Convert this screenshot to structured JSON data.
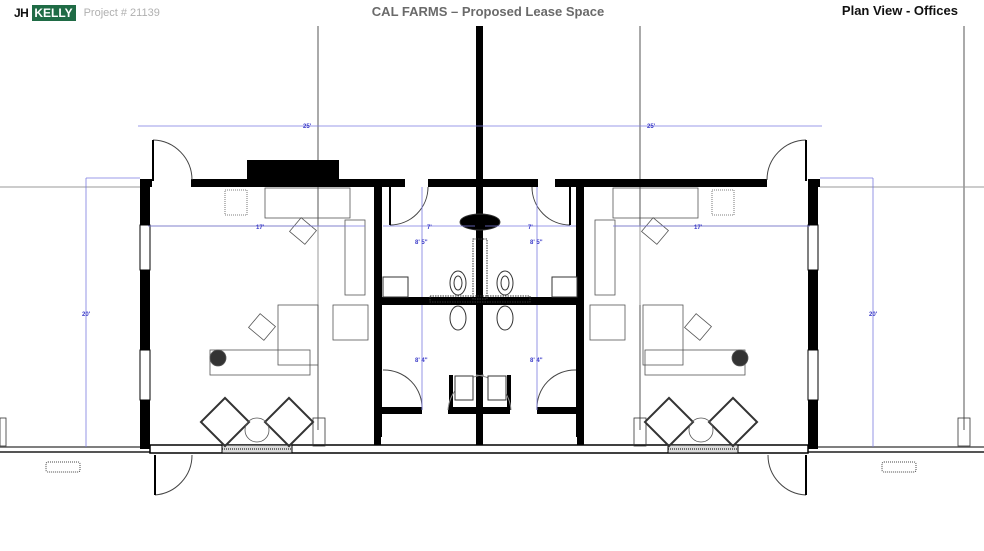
{
  "header": {
    "logo": {
      "left": "JH",
      "right": "KELLY",
      "brand_color": "#1f6b45"
    },
    "project": "Project # 21139",
    "title": "CAL FARMS – Proposed Lease Space",
    "view_title": "Plan View - Offices"
  },
  "plan": {
    "dimensions": {
      "left_office_width": "25'",
      "right_office_width": "25'",
      "left_office_depth": "20'",
      "right_office_depth": "20'",
      "left_office_inner": "17'",
      "right_office_inner": "17'",
      "restroom_width_left": "7'",
      "restroom_width_right": "7'",
      "upper_restroom_depth_left": "8' 5\"",
      "upper_restroom_depth_right": "8' 5\"",
      "lower_restroom_depth_left": "8' 4\"",
      "lower_restroom_depth_right": "8' 4\""
    },
    "colors": {
      "wall": "#000000",
      "dimension": "#3a3ac8",
      "thin_line": "#555555",
      "furniture": "#444444"
    },
    "rooms": [
      {
        "name": "left-office"
      },
      {
        "name": "upper-left-restroom"
      },
      {
        "name": "upper-right-restroom"
      },
      {
        "name": "lower-left-restroom"
      },
      {
        "name": "lower-right-restroom"
      },
      {
        "name": "right-office"
      }
    ]
  }
}
